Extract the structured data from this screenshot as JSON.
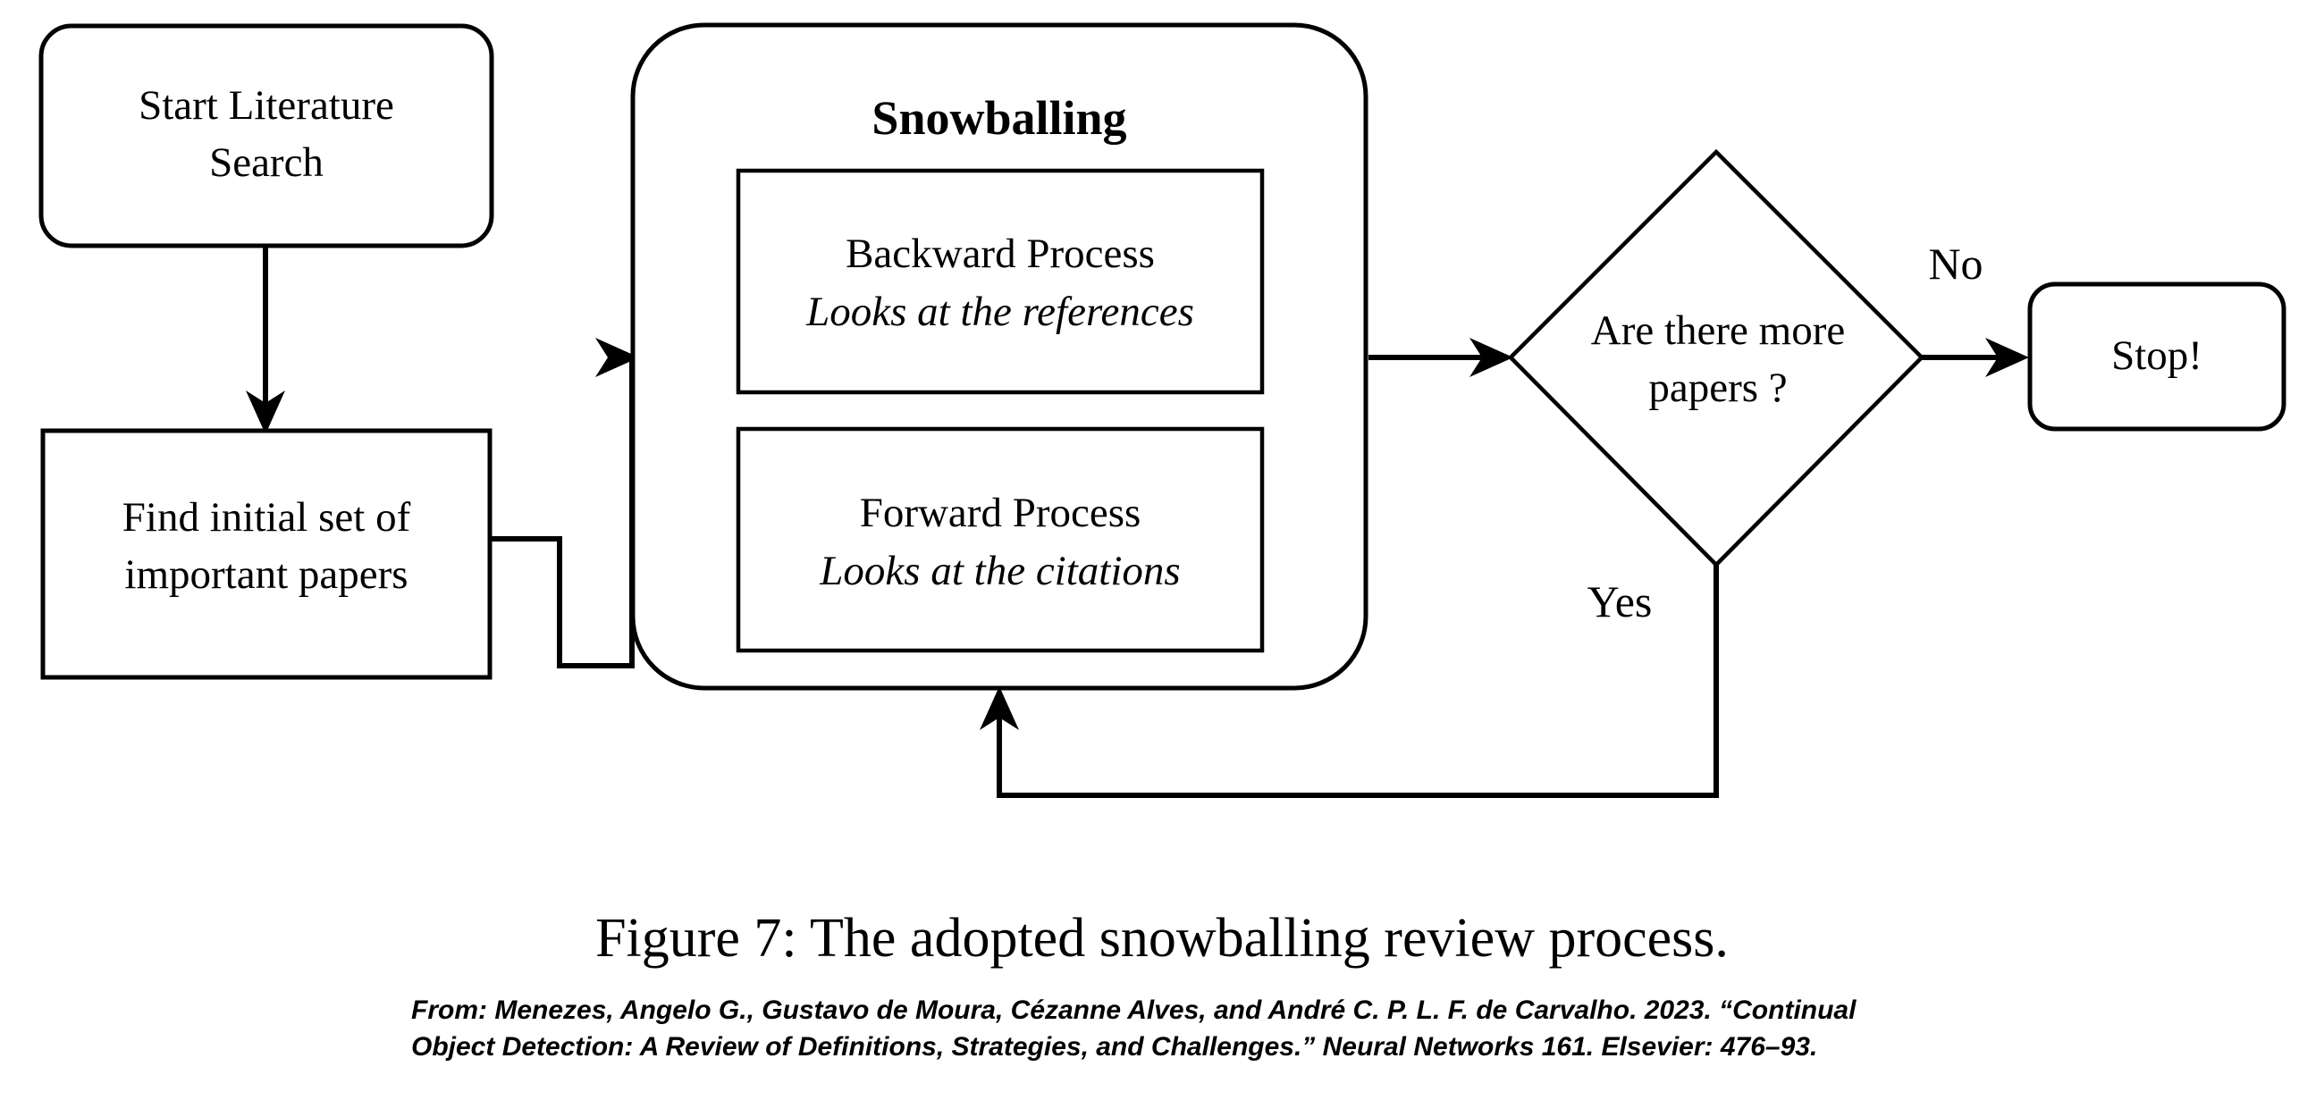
{
  "figure": {
    "caption": "Figure 7:  The adopted snowballing review process.",
    "source_line_1": "From: Menezes, Angelo G., Gustavo de Moura, Cézanne Alves, and André C. P. L. F. de Carvalho. 2023. “Continual",
    "source_line_2": "Object Detection: A Review of Definitions, Strategies, and Challenges.” Neural Networks 161. Elsevier: 476–93."
  },
  "diagram": {
    "type": "flowchart",
    "stroke_color": "#000000",
    "fill_color": "#ffffff",
    "nodes": {
      "start": {
        "shape": "rounded-rectangle",
        "line_1": "Start Literature",
        "line_2": "Search"
      },
      "find_initial": {
        "shape": "rectangle",
        "line_1": "Find initial set of",
        "line_2": "important papers"
      },
      "snowballing": {
        "shape": "rounded-rectangle-container",
        "title": "Snowballing",
        "backward": {
          "shape": "rectangle",
          "title": "Backward Process",
          "subtitle": "Looks at the references"
        },
        "forward": {
          "shape": "rectangle",
          "title": "Forward Process",
          "subtitle": "Looks at the citations"
        }
      },
      "decision": {
        "shape": "diamond",
        "line_1": "Are there more",
        "line_2": "papers ?"
      },
      "stop": {
        "shape": "rounded-rectangle",
        "label": "Stop!"
      }
    },
    "edges": [
      {
        "id": "start-to-find",
        "from": "start",
        "to": "find_initial",
        "label": ""
      },
      {
        "id": "find-to-snowballing",
        "from": "find_initial",
        "to": "snowballing",
        "label": ""
      },
      {
        "id": "snowballing-to-decision",
        "from": "snowballing",
        "to": "decision",
        "label": ""
      },
      {
        "id": "decision-to-stop",
        "from": "decision",
        "to": "stop",
        "label": "No"
      },
      {
        "id": "decision-to-snowballing",
        "from": "decision",
        "to": "snowballing",
        "label": "Yes"
      }
    ],
    "edge_labels": {
      "no": "No",
      "yes": "Yes"
    }
  }
}
